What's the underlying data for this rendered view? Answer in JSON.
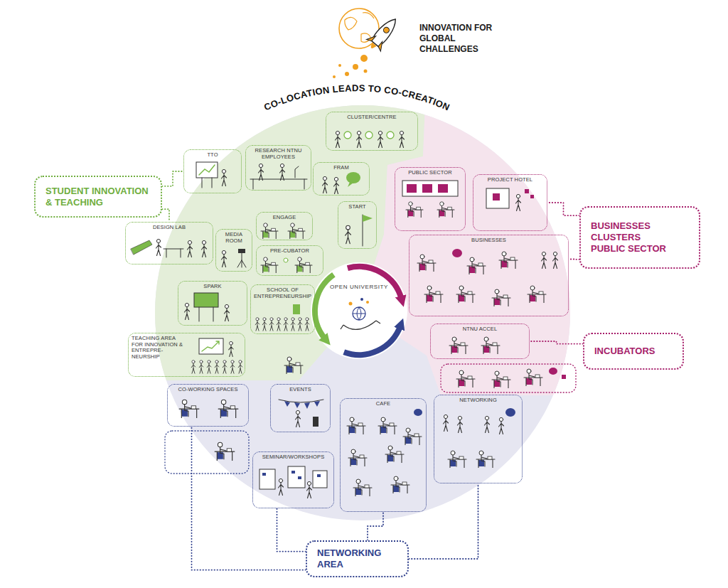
{
  "diagram": {
    "title": "INNOVATION FOR GLOBAL CHALLENGES",
    "nodes": [
      {
        "text": [
          "STUDENT INNOVATION & TEACHING"
        ]
      },
      {
        "text": [
          "CLUSTER/CENTRE"
        ]
      },
      {
        "text": [
          "TTO"
        ]
      },
      {
        "text": [
          "RESEARCH NTNU EMPLOYEES"
        ]
      },
      {
        "text": [
          "FRAM"
        ]
      },
      {
        "text": [
          "ENGAGE"
        ]
      },
      {
        "text": [
          "START"
        ]
      },
      {
        "text": [
          "DESIGN LAB"
        ]
      },
      {
        "text": [
          "MEDIA ROOM"
        ]
      },
      {
        "text": [
          "PRE-CUBATOR"
        ]
      },
      {
        "text": [
          "SPARK"
        ]
      },
      {
        "text": [
          "SCHOOL OF ENTREPRENEURSHIP"
        ]
      },
      {
        "text": [
          "TEACHING AREA FOR INNOVATION & ENTREPRE- NEURSHIP"
        ]
      },
      {
        "text": [
          "PUBLIC SECTOR"
        ]
      },
      {
        "text": [
          "PROJECT HOTEL"
        ]
      },
      {
        "text": [
          "BUSINESSES CLUSTERS PUBLIC SECTOR"
        ]
      },
      {
        "text": [
          "BUSINESSES"
        ]
      },
      {
        "text": [
          "OPEN UNIVERSITY"
        ]
      },
      {
        "text": [
          "NTNU ACCEL"
        ]
      },
      {
        "text": [
          "INCUBATORS"
        ]
      },
      {
        "text": [
          "CO-WORKING SPACES"
        ]
      },
      {
        "text": [
          "EVENTS"
        ]
      },
      {
        "text": [
          "CAFE"
        ]
      },
      {
        "text": [
          "NETWORKING"
        ]
      },
      {
        "text": [
          "SEMINAR/WORKSHOPS"
        ]
      },
      {
        "text": [
          "NETWORKING AREA"
        ]
      }
    ],
    "edges": [
      {
        "from": 0,
        "to": 2,
        "arrow": "none"
      },
      {
        "from": 0,
        "to": 7,
        "arrow": "none"
      },
      {
        "from": 15,
        "to": 14,
        "arrow": "none"
      },
      {
        "from": 15,
        "to": 16,
        "arrow": "none"
      },
      {
        "from": 19,
        "to": 18,
        "arrow": "none"
      },
      {
        "from": 25,
        "to": 24,
        "arrow": "none"
      },
      {
        "from": 25,
        "to": 22,
        "arrow": "none"
      },
      {
        "from": 25,
        "to": 23,
        "arrow": "none"
      },
      {
        "from": 25,
        "to": 20,
        "arrow": "none"
      }
    ],
    "labels": [
      "CO-LOCATION LEADS TO CO-CREATION"
    ]
  }
}
